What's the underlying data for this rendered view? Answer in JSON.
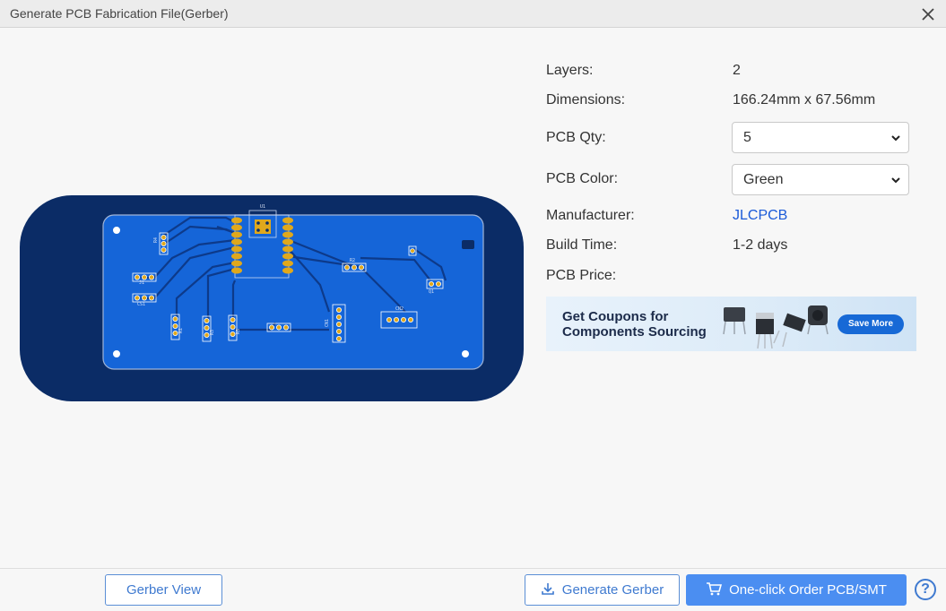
{
  "dialog": {
    "title": "Generate PCB Fabrication File(Gerber)"
  },
  "board": {
    "labels": [
      "U1",
      "R4",
      "J1",
      "CS1",
      "R1",
      "R3",
      "R5",
      "R2",
      "CN1",
      "CN2",
      "Q1"
    ]
  },
  "info": {
    "layers_label": "Layers:",
    "layers_value": "2",
    "dimensions_label": "Dimensions:",
    "dimensions_value": "166.24mm x 67.56mm",
    "qty_label": "PCB Qty:",
    "qty_value": "5",
    "color_label": "PCB Color:",
    "color_value": "Green",
    "manufacturer_label": "Manufacturer:",
    "manufacturer_value": "JLCPCB",
    "build_time_label": "Build Time:",
    "build_time_value": "1-2 days",
    "price_label": "PCB Price:"
  },
  "banner": {
    "line1": "Get Coupons for",
    "line2": "Components Sourcing",
    "button": "Save More"
  },
  "footer": {
    "gerber_view": "Gerber View",
    "generate_gerber": "Generate Gerber",
    "order": "One-click Order PCB/SMT",
    "help": "?"
  },
  "colors": {
    "accent": "#4b8ef1",
    "link": "#1a5ad8",
    "board_outer": "#0b2c66",
    "board_inner": "#1565d8",
    "pad": "#e0a81c"
  }
}
